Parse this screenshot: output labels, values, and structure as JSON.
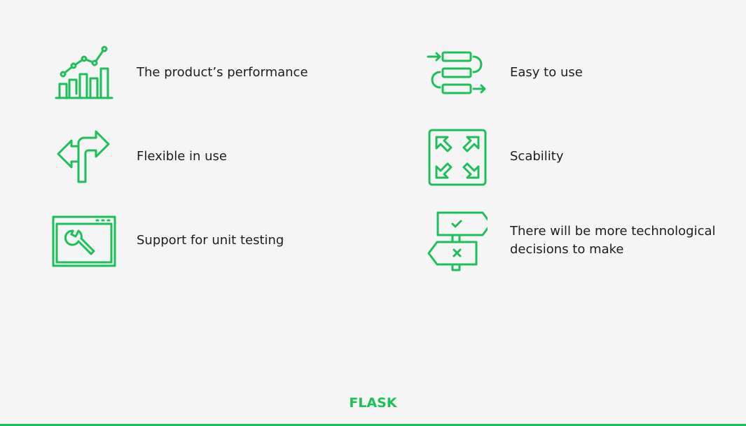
{
  "features": [
    {
      "icon": "chart-growth-icon",
      "label": "The product’s performance"
    },
    {
      "icon": "direction-arrows-icon",
      "label": "Flexible in use"
    },
    {
      "icon": "browser-wrench-icon",
      "label": "Support for unit testing"
    },
    {
      "icon": "process-flow-icon",
      "label": "Easy to use"
    },
    {
      "icon": "expand-arrows-icon",
      "label": "Scability"
    },
    {
      "icon": "signpost-icon",
      "label": "There will be more technological decisions to make"
    }
  ],
  "footer": {
    "title": "FLASK"
  },
  "colors": {
    "accent": "#1dbf5a",
    "background": "#f5f5f5",
    "text": "#1d1d1d"
  }
}
